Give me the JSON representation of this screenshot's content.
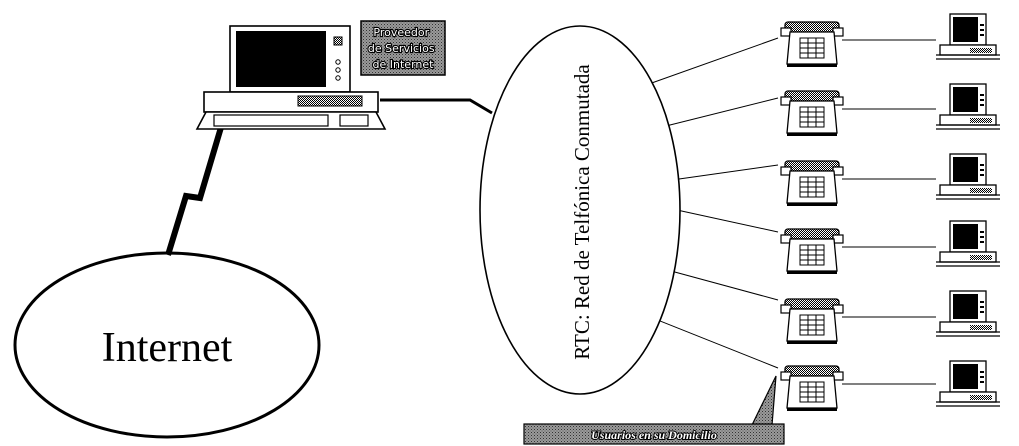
{
  "diagram": {
    "internet_label": "Internet",
    "network_label": "RTC: Red de Telfónica Conmutada",
    "provider_label_lines": [
      "Proveedor",
      "de Servicios",
      "de Internet"
    ],
    "users_label": "Usuarios en su Domicilio",
    "user_count": 6,
    "colors": {
      "line": "#000000",
      "background": "#ffffff",
      "screen": "#000000",
      "label_fill": "#7a7a7a"
    }
  }
}
